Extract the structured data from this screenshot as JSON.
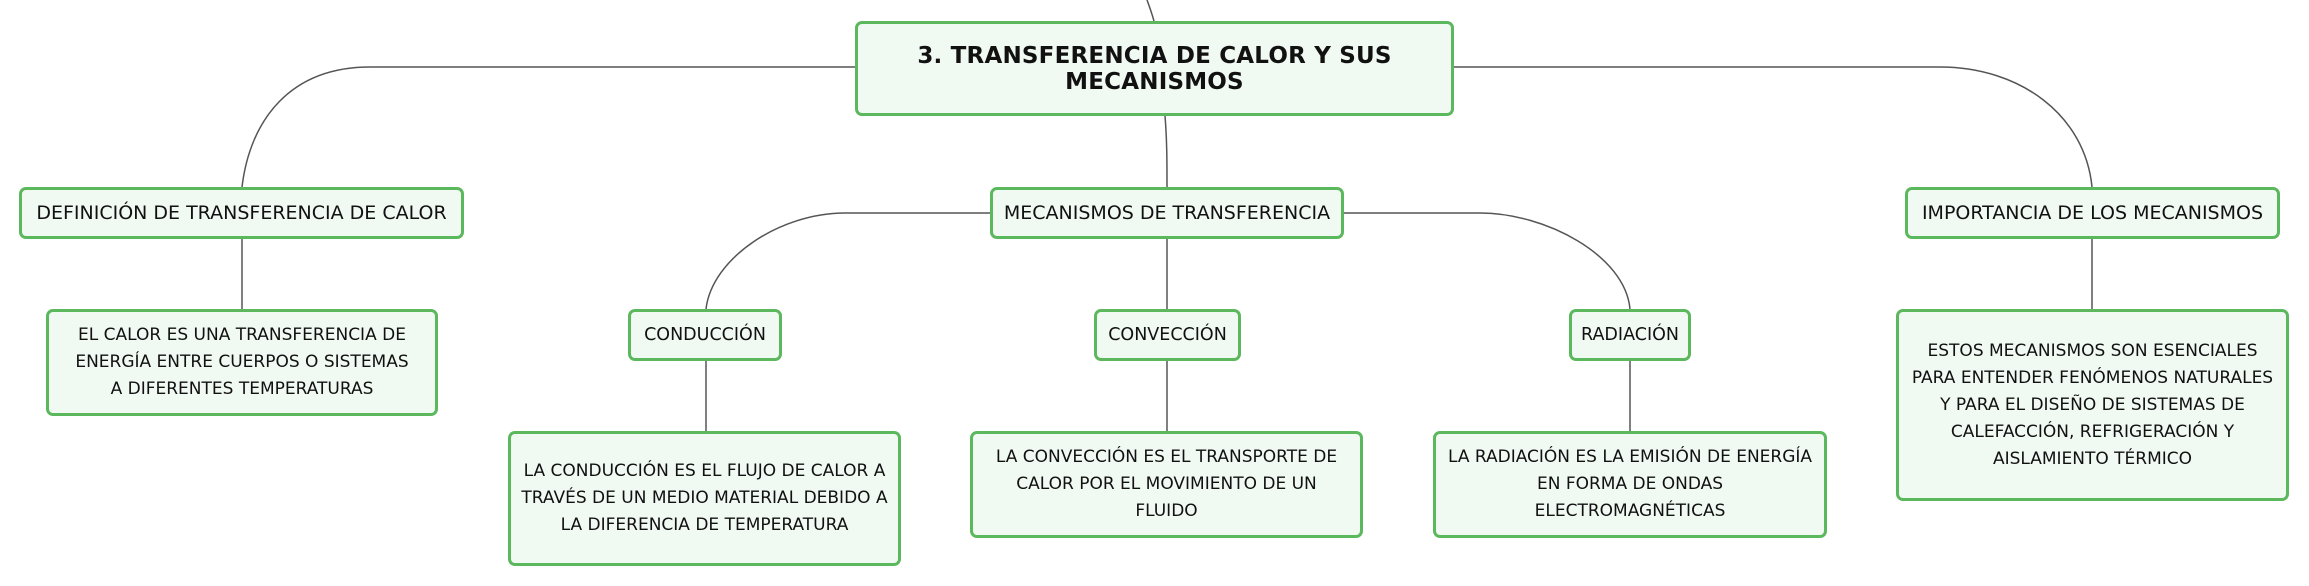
{
  "map": {
    "root": "3. TRANSFERENCIA DE CALOR Y SUS MECANISMOS",
    "branches": {
      "definition": {
        "title": "DEFINICIÓN DE TRANSFERENCIA DE CALOR",
        "detail": "EL CALOR ES UNA TRANSFERENCIA DE ENERGÍA ENTRE CUERPOS O SISTEMAS A DIFERENTES TEMPERATURAS"
      },
      "mechanisms": {
        "title": "MECANISMOS DE TRANSFERENCIA",
        "items": [
          {
            "title": "CONDUCCIÓN",
            "detail": "LA CONDUCCIÓN ES EL FLUJO DE CALOR A TRAVÉS DE UN MEDIO MATERIAL DEBIDO A LA DIFERENCIA DE TEMPERATURA"
          },
          {
            "title": "CONVECCIÓN",
            "detail": "LA CONVECCIÓN ES EL TRANSPORTE DE CALOR POR EL MOVIMIENTO DE UN FLUIDO"
          },
          {
            "title": "RADIACIÓN",
            "detail": "LA RADIACIÓN ES LA EMISIÓN DE ENERGÍA EN FORMA DE ONDAS ELECTROMAGNÉTICAS"
          }
        ]
      },
      "importance": {
        "title": "IMPORTANCIA DE LOS MECANISMOS",
        "detail": "ESTOS MECANISMOS SON ESENCIALES PARA ENTENDER FENÓMENOS NATURALES Y PARA EL DISEÑO DE SISTEMAS DE CALEFACCIÓN, REFRIGERACIÓN Y AISLAMIENTO TÉRMICO"
      }
    }
  },
  "colors": {
    "node_border": "#5cb85c",
    "node_fill": "#f1f9f3",
    "connector": "#555555",
    "text": "#111111"
  }
}
